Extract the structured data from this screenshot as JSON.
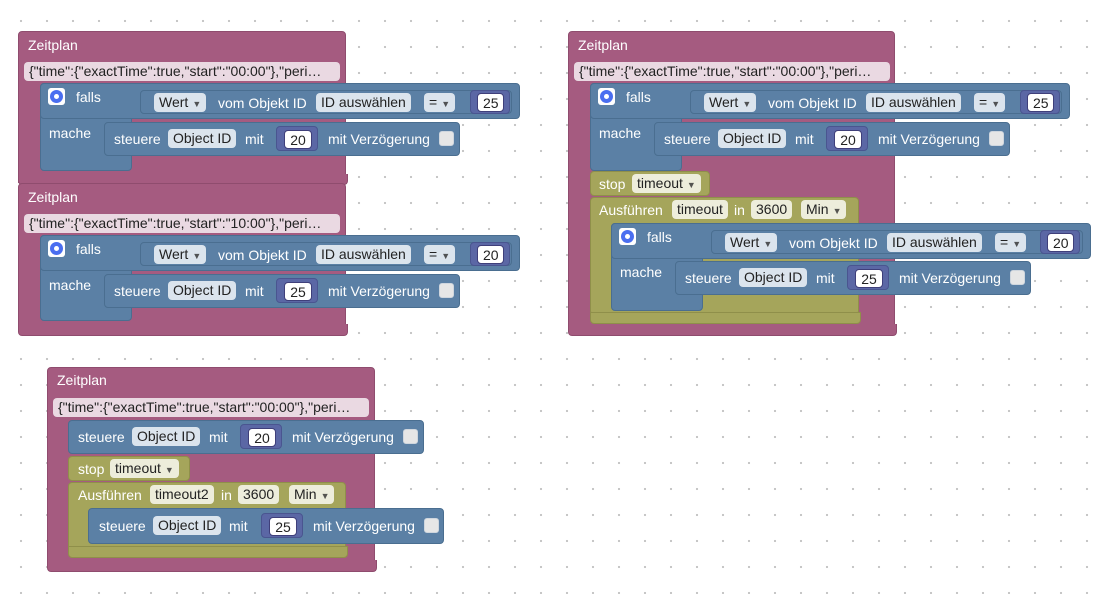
{
  "labels": {
    "schedule": "Zeitplan",
    "if": "falls",
    "do": "mache",
    "control": "steuere",
    "with": "mit",
    "delay": "mit Verzögerung",
    "value": "Wert",
    "of_object": "vom Objekt ID",
    "select_id": "ID auswählen",
    "object_id": "Object ID",
    "equals": "=",
    "stop": "stop",
    "execute": "Ausführen",
    "in": "in",
    "min": "Min"
  },
  "blocks": {
    "schedule1": {
      "cron": "{\"time\":{\"exactTime\":true,\"start\":\"00:00\"},\"peri…",
      "cmp_value": "25",
      "set_value": "20"
    },
    "schedule2": {
      "cron": "{\"time\":{\"exactTime\":true,\"start\":\"10:00\"},\"peri…",
      "cmp_value": "20",
      "set_value": "25"
    },
    "schedule3": {
      "cron": "{\"time\":{\"exactTime\":true,\"start\":\"00:00\"},\"peri…",
      "set_value": "20",
      "timer": "timeout2",
      "duration": "3600",
      "set_value2": "25"
    },
    "schedule4": {
      "cron": "{\"time\":{\"exactTime\":true,\"start\":\"00:00\"},\"peri…",
      "cmp_value": "25",
      "set_value": "20",
      "timer": "timeout",
      "duration": "3600",
      "cmp_value2": "20",
      "set_value2": "25"
    }
  },
  "colors": {
    "schedule": "#a55b80",
    "logic": "#5b80a5",
    "timer": "#a5a55b",
    "number": "#5b67a5"
  },
  "icons": {
    "gear": "gear-icon",
    "dropdown": "dropdown-arrow-icon",
    "checkbox": "checkbox-icon"
  }
}
